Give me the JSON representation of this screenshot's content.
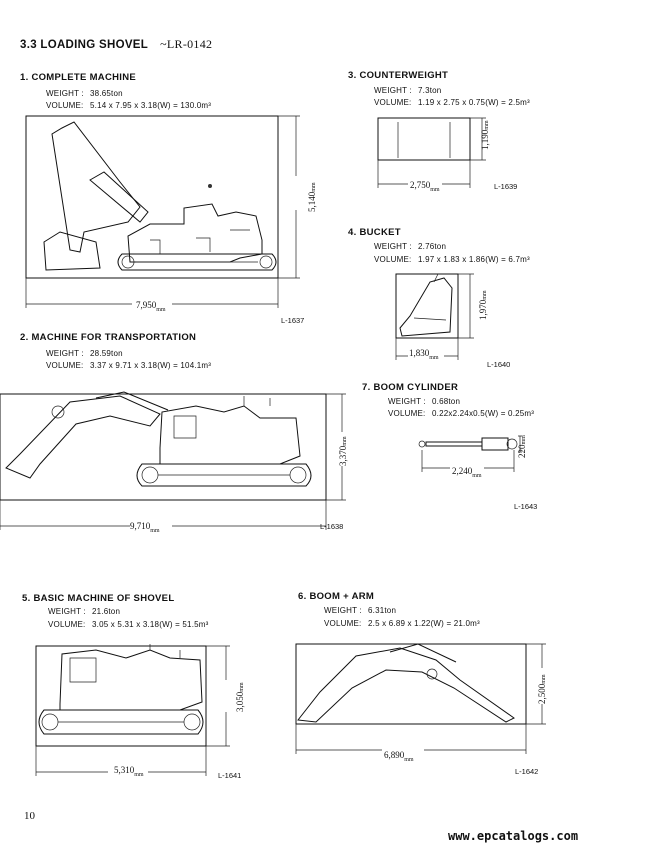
{
  "header": {
    "title": "3.3 LOADING SHOVEL",
    "suffix": "~LR-0142"
  },
  "labels": {
    "weight": "WEIGHT :",
    "volume": "VOLUME:",
    "dim_unit": "mm"
  },
  "sections": {
    "complete_machine": {
      "heading": "1.  COMPLETE MACHINE",
      "weight": "38.65ton",
      "volume": "5.14 x 7.95 x 3.18(W) = 130.0m³",
      "width_dim": "7,950",
      "height_dim": "5,140",
      "figure": "L-1637"
    },
    "transportation": {
      "heading": "2.  MACHINE FOR TRANSPORTATION",
      "weight": "28.59ton",
      "volume": "3.37 x 9.71 x 3.18(W) = 104.1m³",
      "width_dim": "9,710",
      "height_dim": "3,370",
      "figure": "L-1638"
    },
    "counterweight": {
      "heading": "3.  COUNTERWEIGHT",
      "weight": "7.3ton",
      "volume": "1.19 x 2.75 x 0.75(W) = 2.5m³",
      "width_dim": "2,750",
      "height_dim": "1,190",
      "figure": "L-1639"
    },
    "bucket": {
      "heading": "4.  BUCKET",
      "weight": "2.76ton",
      "volume": "1.97 x 1.83 x 1.86(W) = 6.7m³",
      "width_dim": "1,830",
      "height_dim": "1,970",
      "figure": "L-1640"
    },
    "basic_machine": {
      "heading": "5.  BASIC MACHINE OF SHOVEL",
      "weight": "21.6ton",
      "volume": "3.05 x 5.31 x 3.18(W) = 51.5m³",
      "width_dim": "5,310",
      "height_dim": "3,050",
      "figure": "L-1641"
    },
    "boom_arm": {
      "heading": "6.  BOOM + ARM",
      "weight": "6.31ton",
      "volume": "2.5 x 6.89 x 1.22(W) = 21.0m³",
      "width_dim": "6,890",
      "height_dim": "2,500",
      "figure": "L-1642"
    },
    "boom_cylinder": {
      "heading": "7.  BOOM CYLINDER",
      "weight": "0.68ton",
      "volume": "0.22x2.24x0.5(W) = 0.25m³",
      "width_dim": "2,240",
      "height_dim": "220",
      "figure": "L-1643"
    }
  },
  "footer": {
    "page_number": "10",
    "watermark": "www.epcatalogs.com"
  }
}
